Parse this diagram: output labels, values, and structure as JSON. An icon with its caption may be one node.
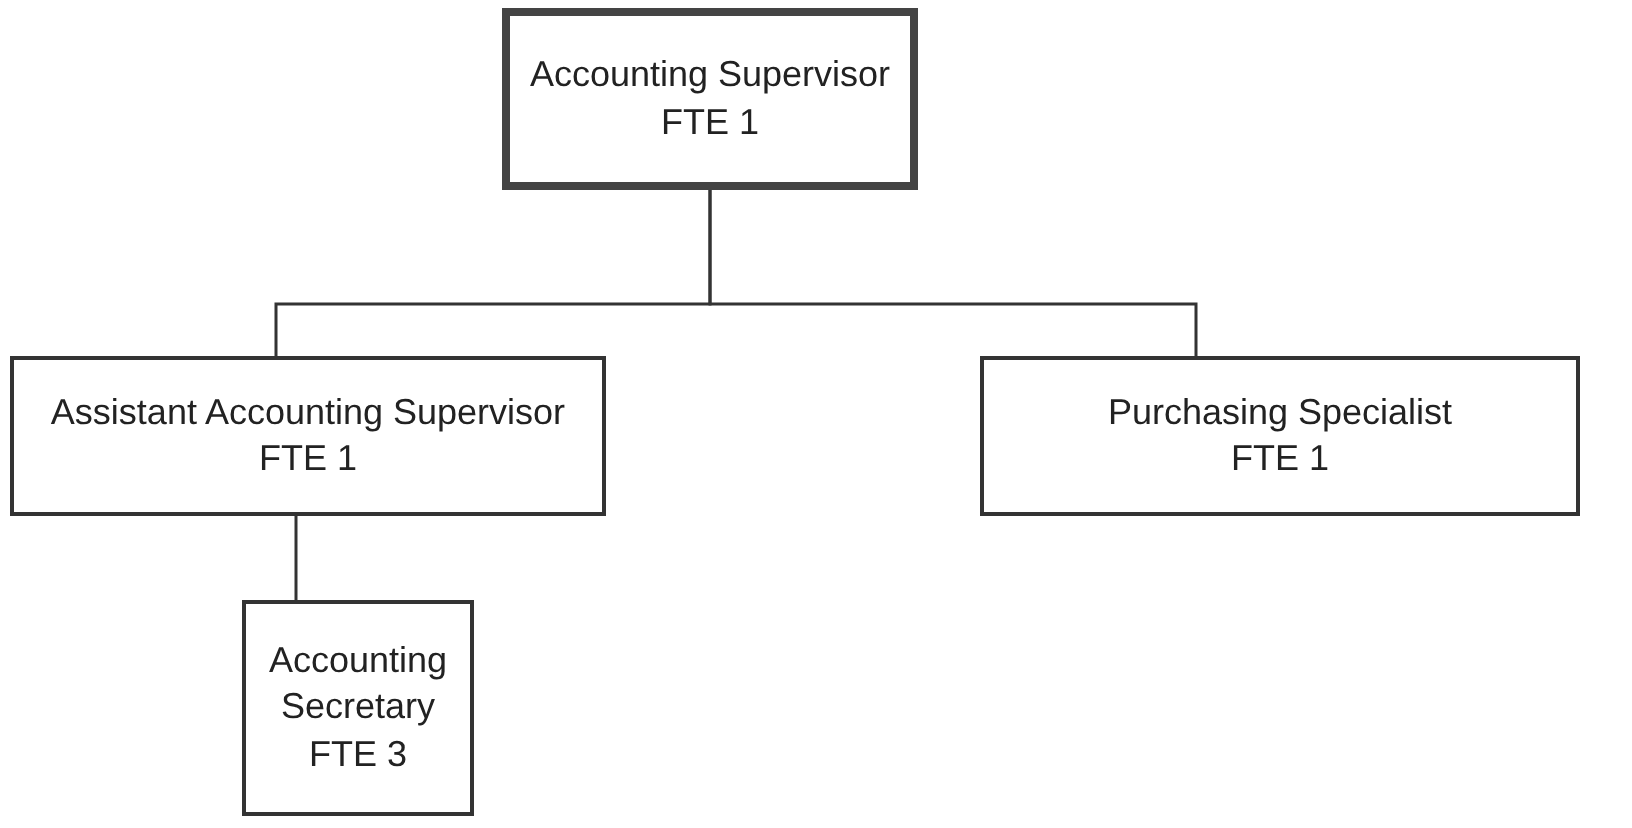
{
  "diagram": {
    "nodes": [
      {
        "text": [
          "Accounting Supervisor",
          "FTE 1"
        ]
      },
      {
        "text": [
          "Assistant Accounting Supervisor",
          "FTE 1"
        ]
      },
      {
        "text": [
          "Purchasing Specialist",
          "FTE 1"
        ]
      },
      {
        "text": [
          "Accounting Secretary",
          "FTE 3"
        ]
      }
    ],
    "edges": [
      {
        "from": 0,
        "to": 1,
        "arrow": "none"
      },
      {
        "from": 0,
        "to": 2,
        "arrow": "none"
      },
      {
        "from": 1,
        "to": 3,
        "arrow": "none"
      }
    ]
  }
}
